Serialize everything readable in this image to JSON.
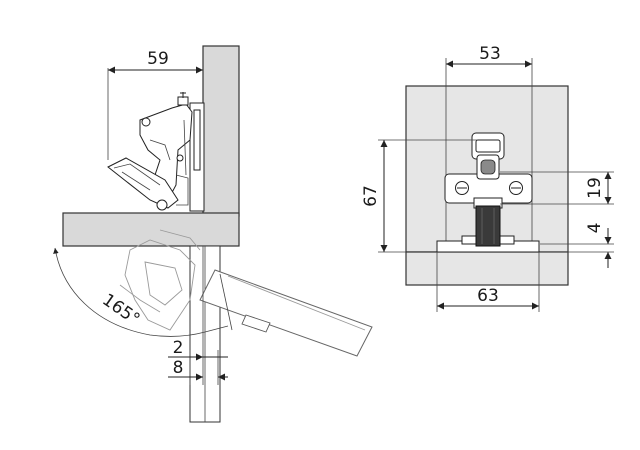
{
  "side_view": {
    "dim_width": "59",
    "dim_angle": "165°",
    "dim_gap_small": "2",
    "dim_gap_large": "8"
  },
  "front_view": {
    "dim_top": "53",
    "dim_left": "67",
    "dim_right_upper": "19",
    "dim_right_lower": "4",
    "dim_bottom": "63"
  },
  "colors": {
    "panel": "#d9d9d9",
    "line": "#222222",
    "hinge_dark": "#3a3a3a"
  }
}
